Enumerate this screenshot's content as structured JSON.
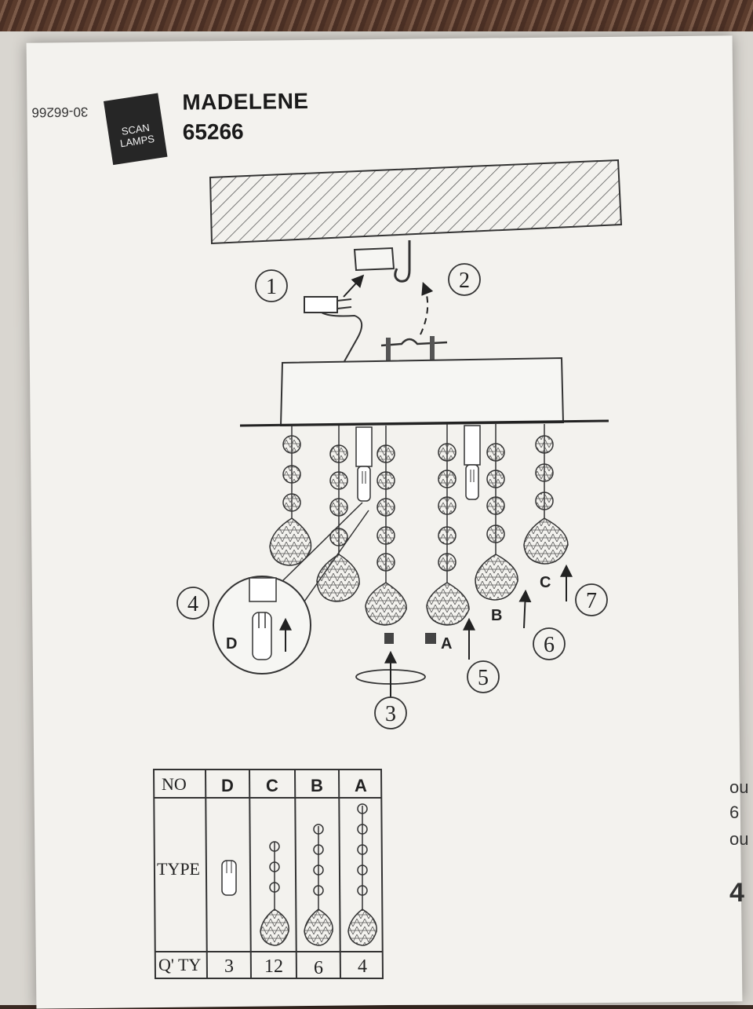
{
  "doc": {
    "edge_code": "30-66266",
    "logo": {
      "line1": "SCAN",
      "line2": "LAMPS"
    },
    "title": "MADELENE",
    "model": "65266"
  },
  "steps": [
    "1",
    "2",
    "3",
    "4",
    "5",
    "6",
    "7"
  ],
  "part_letters": {
    "D": "D",
    "A": "A",
    "B": "B",
    "C": "C"
  },
  "table": {
    "header_no": "NO",
    "header_type": "TYPE",
    "header_qty": "Q' TY",
    "columns": [
      {
        "no": "D",
        "qty": "3"
      },
      {
        "no": "C",
        "qty": "12"
      },
      {
        "no": "B",
        "qty": "6"
      },
      {
        "no": "A",
        "qty": "4"
      }
    ]
  },
  "right_peek": [
    "ou",
    "6",
    "ou",
    "4"
  ]
}
